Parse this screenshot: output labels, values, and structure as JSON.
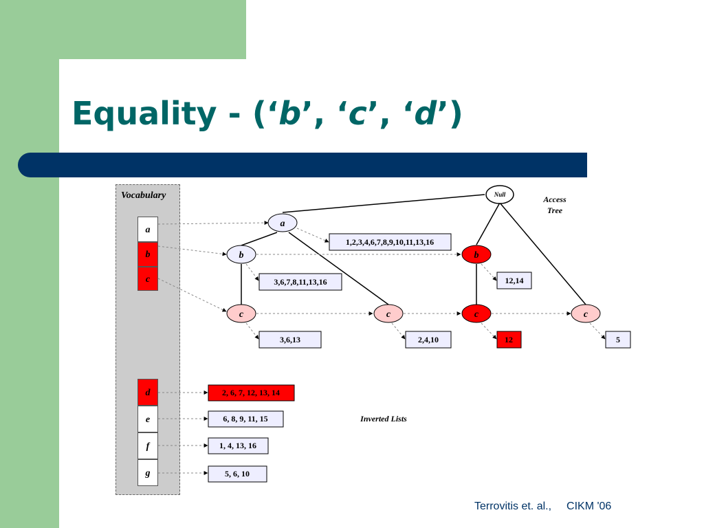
{
  "title": {
    "prefix": "Equality - (‘",
    "term1": "b",
    "sep1": "’, ‘",
    "term2": "c",
    "sep2": "’, ‘",
    "term3": "d",
    "suffix": "’)"
  },
  "vocabulary": {
    "label": "Vocabulary",
    "items": [
      "a",
      "b",
      "c",
      "d",
      "e",
      "f",
      "g"
    ],
    "highlighted": [
      "b",
      "c",
      "d"
    ]
  },
  "tree": {
    "label_line1": "Access",
    "label_line2": "Tree",
    "root_label": "Null",
    "nodes": [
      "a",
      "b",
      "c",
      "c",
      "b",
      "c",
      "c"
    ],
    "lists": [
      "1,2,3,4,6,7,8,9,10,11,13,16",
      "3,6,7,8,11,13,16",
      "3,6,13",
      "2,4,10",
      "12,14",
      "12",
      "5"
    ]
  },
  "inverted": {
    "label": "Inverted Lists",
    "lists": [
      "2, 6, 7, 12, 13, 14",
      "6, 8, 9, 11, 15",
      "1, 4, 13, 16",
      "5, 6, 10"
    ]
  },
  "footer": {
    "authors": "Terrovitis et. al.,",
    "venue": "CIKM '06"
  },
  "colors": {
    "accent_green": "#99cc99",
    "bar_navy": "#003366",
    "title_teal": "#006666",
    "highlight_red": "#ff0000",
    "node_pink": "#ffcccc",
    "node_lavender": "#eeeeff"
  }
}
